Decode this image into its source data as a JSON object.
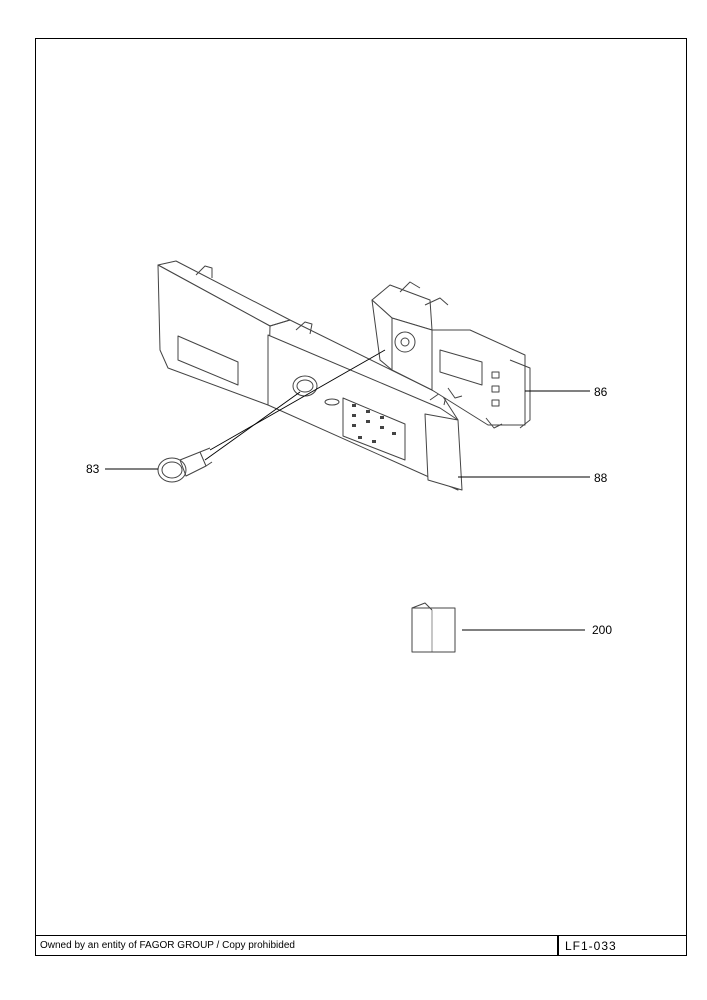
{
  "callouts": {
    "knob": "83",
    "control_module": "86",
    "front_panel": "88",
    "manual": "200"
  },
  "footer": {
    "ownership_text": "Owned by an entity of FAGOR GROUP / Copy prohibided",
    "drawing_code": "LF1-033"
  },
  "colors": {
    "line": "#000000",
    "part_line": "#444444",
    "background": "#ffffff"
  }
}
